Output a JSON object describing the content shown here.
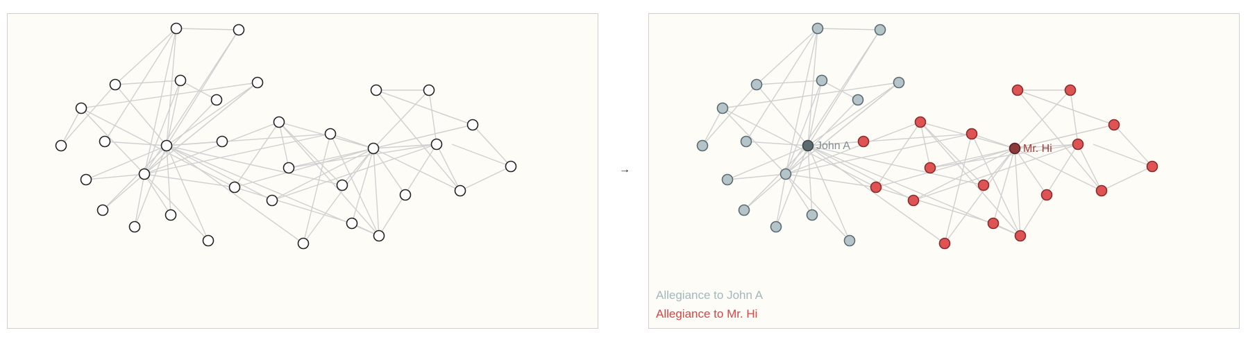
{
  "arrow": "→",
  "colors": {
    "edge": "#d0d0d0",
    "node_plain_fill": "#ffffff",
    "node_plain_stroke": "#222222",
    "john_fill": "#b4c4c8",
    "john_stroke": "#5a6b70",
    "john_leader": "#5d6b6f",
    "hi_fill": "#de5454",
    "hi_stroke": "#8a2a2a",
    "hi_leader": "#8c3a3a",
    "john_label": "#7f8f93",
    "hi_label": "#a33a3a",
    "legend_john": "#a3b7bb",
    "legend_hi": "#d94343"
  },
  "labels": {
    "john": "John A",
    "hi": "Mr. Hi"
  },
  "legend": {
    "john": "Allegiance to John A",
    "hi": "Allegiance to Mr. Hi"
  },
  "graph": {
    "nodes": [
      {
        "id": "n1",
        "group": "J"
      },
      {
        "id": "n2",
        "group": "J"
      },
      {
        "id": "n3",
        "group": "J"
      },
      {
        "id": "n4",
        "group": "J"
      },
      {
        "id": "n5",
        "group": "J"
      },
      {
        "id": "n6",
        "group": "J"
      },
      {
        "id": "n7",
        "group": "J"
      },
      {
        "id": "n8",
        "group": "J"
      },
      {
        "id": "n9",
        "group": "J"
      },
      {
        "id": "n10",
        "group": "J"
      },
      {
        "id": "n11",
        "group": "J"
      },
      {
        "id": "n12",
        "group": "J"
      },
      {
        "id": "n13",
        "group": "J"
      },
      {
        "id": "n14",
        "group": "J"
      },
      {
        "id": "n15",
        "group": "J"
      },
      {
        "id": "n16",
        "group": "J"
      },
      {
        "id": "n17",
        "group": "H"
      },
      {
        "id": "n18",
        "group": "H"
      },
      {
        "id": "n19",
        "group": "H"
      },
      {
        "id": "n20",
        "group": "H"
      },
      {
        "id": "n21",
        "group": "H"
      },
      {
        "id": "n22",
        "group": "H"
      },
      {
        "id": "n23",
        "group": "H"
      },
      {
        "id": "n24",
        "group": "H"
      },
      {
        "id": "n25",
        "group": "H"
      },
      {
        "id": "n26",
        "group": "H"
      },
      {
        "id": "n27",
        "group": "H"
      },
      {
        "id": "n28",
        "group": "H"
      },
      {
        "id": "n29",
        "group": "H"
      },
      {
        "id": "n30",
        "group": "H"
      },
      {
        "id": "n31",
        "group": "H"
      },
      {
        "id": "n32",
        "group": "H"
      },
      {
        "id": "n33",
        "group": "H"
      },
      {
        "id": "n34",
        "group": "H"
      }
    ],
    "leaders": {
      "john": "n9",
      "hi": "n21"
    },
    "edges": [
      [
        "n1",
        "n2"
      ],
      [
        "n1",
        "n3"
      ],
      [
        "n2",
        "n7"
      ],
      [
        "n3",
        "n5"
      ],
      [
        "n3",
        "n4"
      ],
      [
        "n5",
        "n6"
      ],
      [
        "n5",
        "n10"
      ],
      [
        "n4",
        "n9"
      ],
      [
        "n4",
        "n8"
      ],
      [
        "n4",
        "n12"
      ],
      [
        "n5",
        "n9"
      ],
      [
        "n5",
        "n12"
      ],
      [
        "n7",
        "n9"
      ],
      [
        "n7",
        "n12"
      ],
      [
        "n3",
        "n9"
      ],
      [
        "n6",
        "n9"
      ],
      [
        "n6",
        "n12"
      ],
      [
        "n11",
        "n9"
      ],
      [
        "n11",
        "n12"
      ],
      [
        "n10",
        "n9"
      ],
      [
        "n9",
        "n13"
      ],
      [
        "n9",
        "n14"
      ],
      [
        "n9",
        "n15"
      ],
      [
        "n9",
        "n16"
      ],
      [
        "n9",
        "n17"
      ],
      [
        "n12",
        "n13"
      ],
      [
        "n12",
        "n14"
      ],
      [
        "n12",
        "n15"
      ],
      [
        "n12",
        "n16"
      ],
      [
        "n12",
        "n19"
      ],
      [
        "n8",
        "n12"
      ],
      [
        "n9",
        "n20"
      ],
      [
        "n9",
        "n24"
      ],
      [
        "n9",
        "n25"
      ],
      [
        "n9",
        "n28"
      ],
      [
        "n9",
        "n23"
      ],
      [
        "n12",
        "n18"
      ],
      [
        "n12",
        "n23"
      ],
      [
        "n2",
        "n19"
      ],
      [
        "n2",
        "n12"
      ],
      [
        "n7",
        "n12"
      ],
      [
        "n18",
        "n19"
      ],
      [
        "n18",
        "n21"
      ],
      [
        "n18",
        "n22"
      ],
      [
        "n18",
        "n24"
      ],
      [
        "n18",
        "n28"
      ],
      [
        "n19",
        "n21"
      ],
      [
        "n19",
        "n26"
      ],
      [
        "n20",
        "n21"
      ],
      [
        "n22",
        "n21"
      ],
      [
        "n22",
        "n29"
      ],
      [
        "n23",
        "n21"
      ],
      [
        "n23",
        "n25"
      ],
      [
        "n23",
        "n28"
      ],
      [
        "n24",
        "n21"
      ],
      [
        "n25",
        "n21"
      ],
      [
        "n26",
        "n21"
      ],
      [
        "n26",
        "n28"
      ],
      [
        "n27",
        "n21"
      ],
      [
        "n28",
        "n21"
      ],
      [
        "n28",
        "n29"
      ],
      [
        "n29",
        "n21"
      ],
      [
        "n29",
        "n30"
      ],
      [
        "n30",
        "n21"
      ],
      [
        "n31",
        "n21"
      ],
      [
        "n31",
        "n29"
      ],
      [
        "n32",
        "n33"
      ],
      [
        "n32",
        "n31"
      ],
      [
        "n33",
        "n34"
      ],
      [
        "n33",
        "n21"
      ],
      [
        "n33",
        "n32"
      ],
      [
        "n34",
        "n30"
      ],
      [
        "n34",
        "n35"
      ],
      [
        "n30",
        "n32"
      ],
      [
        "n21",
        "n33"
      ],
      [
        "n20",
        "n29"
      ]
    ]
  }
}
